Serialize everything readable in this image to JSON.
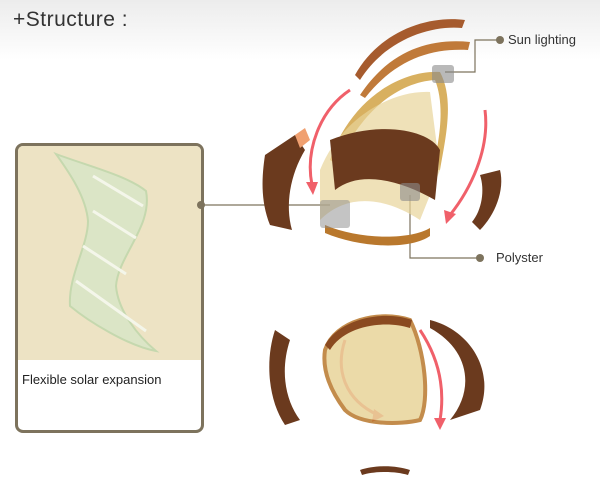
{
  "title": "+Structure :",
  "callouts": {
    "sun_lighting": "Sun lighting",
    "polyster": "Polyster",
    "flexible_solar": "Flexible solar expansion"
  },
  "colors": {
    "frame": "#7d735d",
    "panel_bg": "#ede3c4",
    "brown": "#6b3a1e",
    "gold": "#c9a55a",
    "arrow": "#f0606a"
  }
}
